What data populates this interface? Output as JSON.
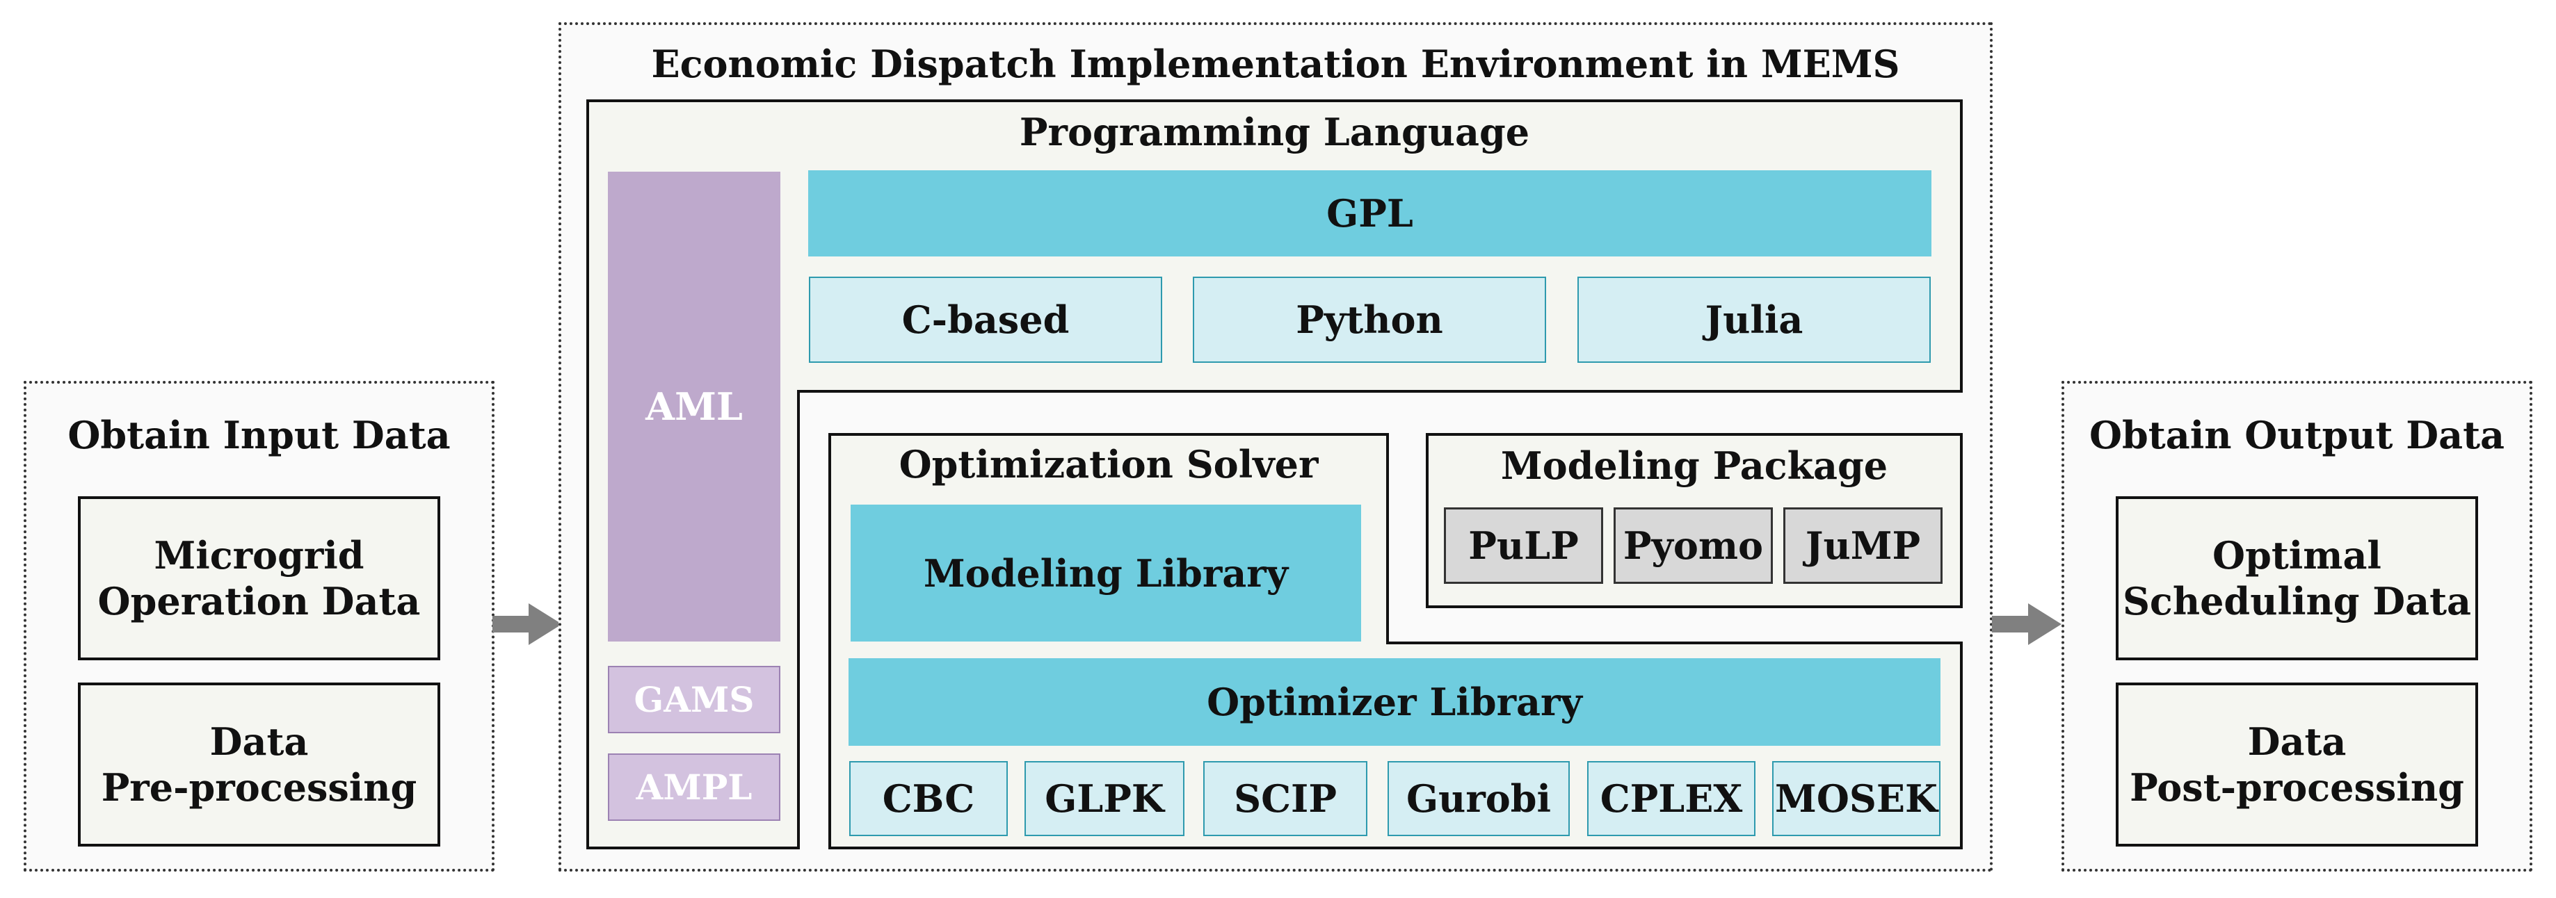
{
  "input_panel": {
    "title": "Obtain Input Data",
    "box1_line1": "Microgrid",
    "box1_line2": "Operation Data",
    "box2_line1": "Data",
    "box2_line2": "Pre-processing"
  },
  "main_panel": {
    "title": "Economic Dispatch Implementation Environment in MEMS",
    "programming_language": {
      "title": "Programming Language",
      "aml": "AML",
      "aml_items": [
        "GAMS",
        "AMPL"
      ],
      "gpl": "GPL",
      "gpl_items": [
        "C-based",
        "Python",
        "Julia"
      ]
    },
    "optimization_solver": {
      "title": "Optimization Solver",
      "modeling_library": "Modeling Library",
      "optimizer_library": "Optimizer Library",
      "optimizers": [
        "CBC",
        "GLPK",
        "SCIP",
        "Gurobi",
        "CPLEX",
        "MOSEK"
      ]
    },
    "modeling_package": {
      "title": "Modeling Package",
      "items": [
        "PuLP",
        "Pyomo",
        "JuMP"
      ]
    }
  },
  "output_panel": {
    "title": "Obtain Output Data",
    "box1_line1": "Optimal",
    "box1_line2": "Scheduling Data",
    "box2_line1": "Data",
    "box2_line2": "Post-processing"
  },
  "colors": {
    "gpl": "#6fcddf",
    "language_item": "#d5eef3",
    "aml": "#bea9cc",
    "package_item": "#d8d8d8",
    "panel": "#f5f6f1",
    "arrow": "#808080"
  }
}
